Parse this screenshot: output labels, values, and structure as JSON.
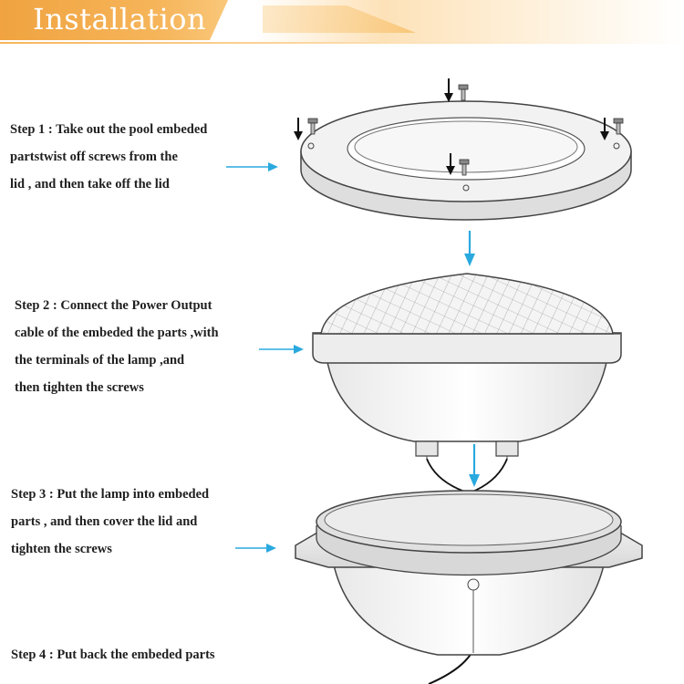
{
  "header": {
    "title": "Installation"
  },
  "steps": [
    {
      "lines": [
        "Step 1 : Take out the pool embeded",
        "partstwist off screws from the",
        "lid , and then take off the lid"
      ]
    },
    {
      "lines": [
        "Step 2 : Connect the Power Output",
        "cable of the embeded the parts ,with",
        "the terminals of the lamp ,and",
        "then tighten the screws"
      ]
    },
    {
      "lines": [
        "Step 3 : Put the lamp into embeded",
        "parts , and then cover the lid and",
        "tighten the screws"
      ]
    },
    {
      "lines": [
        "Step 4 : Put back the embeded parts"
      ]
    }
  ],
  "colors": {
    "accent": "#f4a94a",
    "arrow": "#2aa9df",
    "outline": "#444444"
  }
}
